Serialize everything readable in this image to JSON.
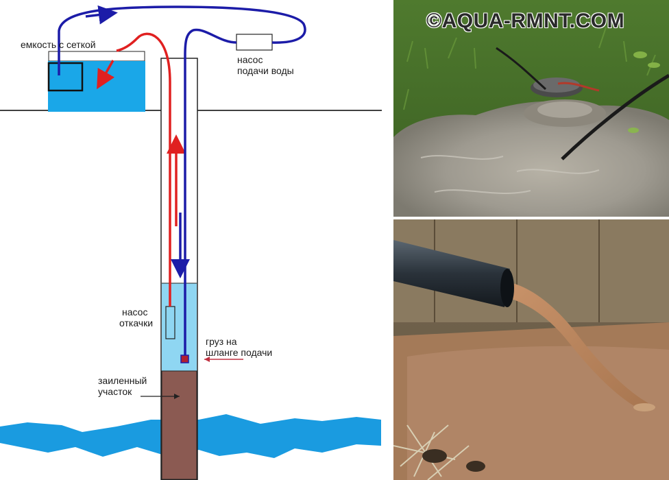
{
  "diagram": {
    "labels": {
      "tank": "емкость с сеткой",
      "supply_pump_line1": "насос",
      "supply_pump_line2": "подачи воды",
      "drain_pump_line1": "насос",
      "drain_pump_line2": "откачки",
      "weight_line1": "груз на",
      "weight_line2": "шланге подачи",
      "silt_line1": "заиленный",
      "silt_line2": "участок"
    },
    "colors": {
      "water": "#1aa7e8",
      "well_water": "#8fd6f2",
      "silt": "#8b5a52",
      "supply_hose": "#1c1ca8",
      "drain_hose": "#e02020",
      "aquifer": "#1a9be0"
    }
  },
  "photos": {
    "top": {
      "watermark": "©AQUA-RMNT.COM"
    },
    "bottom": {}
  }
}
